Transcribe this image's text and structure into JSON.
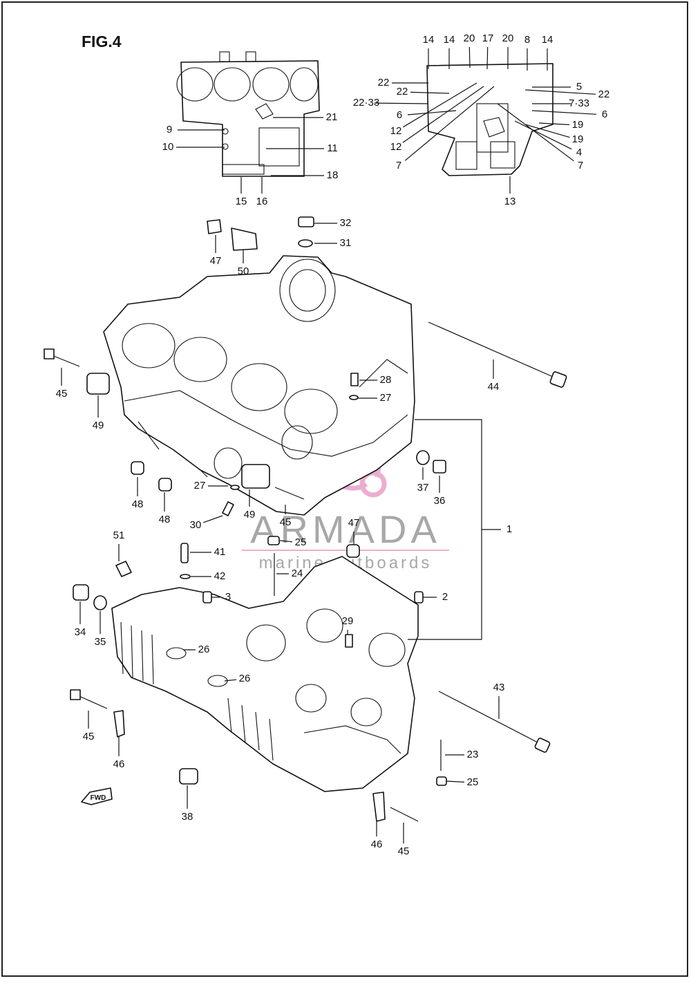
{
  "figure_title": "FIG.4",
  "fwd_badge": "FWD",
  "watermark": {
    "brand": "ARMADA",
    "tagline": "marine outboards",
    "brand_color": "#9a9a9a",
    "logo_color": "#e8a0c8"
  },
  "callouts": [
    {
      "id": "c1",
      "text": "14"
    },
    {
      "id": "c2",
      "text": "14"
    },
    {
      "id": "c3",
      "text": "20"
    },
    {
      "id": "c4",
      "text": "17"
    },
    {
      "id": "c5",
      "text": "20"
    },
    {
      "id": "c6",
      "text": "8"
    },
    {
      "id": "c7",
      "text": "14"
    },
    {
      "id": "c8",
      "text": "22"
    },
    {
      "id": "c9",
      "text": "22"
    },
    {
      "id": "c10",
      "text": "22·33"
    },
    {
      "id": "c11",
      "text": "6"
    },
    {
      "id": "c12",
      "text": "12"
    },
    {
      "id": "c13",
      "text": "12"
    },
    {
      "id": "c14",
      "text": "7"
    },
    {
      "id": "c15",
      "text": "5"
    },
    {
      "id": "c16",
      "text": "22"
    },
    {
      "id": "c17",
      "text": "7·33"
    },
    {
      "id": "c18",
      "text": "6"
    },
    {
      "id": "c19",
      "text": "19"
    },
    {
      "id": "c20",
      "text": "19"
    },
    {
      "id": "c21",
      "text": "4"
    },
    {
      "id": "c22",
      "text": "7"
    },
    {
      "id": "c23",
      "text": "13"
    },
    {
      "id": "c24",
      "text": "9"
    },
    {
      "id": "c25",
      "text": "10"
    },
    {
      "id": "c26",
      "text": "21"
    },
    {
      "id": "c27",
      "text": "11"
    },
    {
      "id": "c28",
      "text": "18"
    },
    {
      "id": "c29",
      "text": "15"
    },
    {
      "id": "c30",
      "text": "16"
    },
    {
      "id": "c31",
      "text": "32"
    },
    {
      "id": "c32",
      "text": "31"
    },
    {
      "id": "c33",
      "text": "47"
    },
    {
      "id": "c34",
      "text": "50"
    },
    {
      "id": "c35",
      "text": "45"
    },
    {
      "id": "c36",
      "text": "49"
    },
    {
      "id": "c37",
      "text": "44"
    },
    {
      "id": "c38",
      "text": "28"
    },
    {
      "id": "c39",
      "text": "27"
    },
    {
      "id": "c40",
      "text": "37"
    },
    {
      "id": "c41",
      "text": "36"
    },
    {
      "id": "c42",
      "text": "48"
    },
    {
      "id": "c43",
      "text": "48"
    },
    {
      "id": "c44",
      "text": "27"
    },
    {
      "id": "c45",
      "text": "30"
    },
    {
      "id": "c46",
      "text": "49"
    },
    {
      "id": "c47",
      "text": "45"
    },
    {
      "id": "c48",
      "text": "1"
    },
    {
      "id": "c49",
      "text": "47"
    },
    {
      "id": "c50",
      "text": "25"
    },
    {
      "id": "c51",
      "text": "51"
    },
    {
      "id": "c52",
      "text": "41"
    },
    {
      "id": "c53",
      "text": "42"
    },
    {
      "id": "c54",
      "text": "24"
    },
    {
      "id": "c55",
      "text": "3"
    },
    {
      "id": "c56",
      "text": "2"
    },
    {
      "id": "c57",
      "text": "34"
    },
    {
      "id": "c58",
      "text": "35"
    },
    {
      "id": "c59",
      "text": "29"
    },
    {
      "id": "c60",
      "text": "26"
    },
    {
      "id": "c61",
      "text": "26"
    },
    {
      "id": "c62",
      "text": "43"
    },
    {
      "id": "c63",
      "text": "45"
    },
    {
      "id": "c64",
      "text": "46"
    },
    {
      "id": "c65",
      "text": "23"
    },
    {
      "id": "c66",
      "text": "25"
    },
    {
      "id": "c67",
      "text": "38"
    },
    {
      "id": "c68",
      "text": "46"
    },
    {
      "id": "c69",
      "text": "45"
    }
  ]
}
